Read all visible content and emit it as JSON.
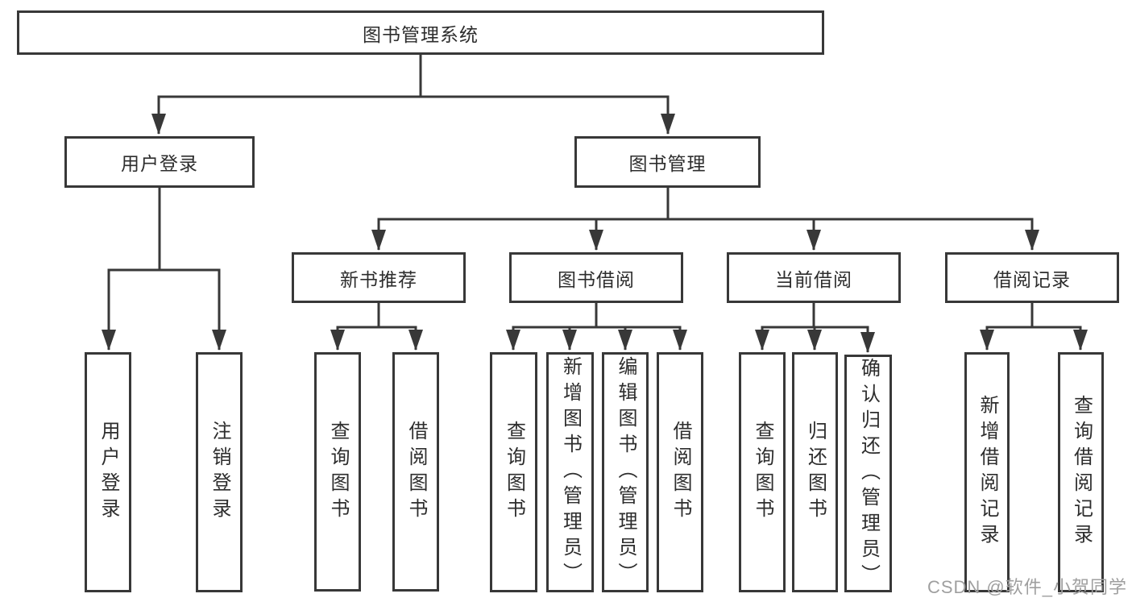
{
  "diagram": {
    "tree": {
      "label": "图书管理系统",
      "children": [
        {
          "label": "用户登录",
          "children": [
            {
              "label": "用户登录"
            },
            {
              "label": "注销登录"
            }
          ]
        },
        {
          "label": "图书管理",
          "children": [
            {
              "label": "新书推荐",
              "children": [
                {
                  "label": "查询图书"
                },
                {
                  "label": "借阅图书"
                }
              ]
            },
            {
              "label": "图书借阅",
              "children": [
                {
                  "label": "查询图书"
                },
                {
                  "label": "新增图书（管理员）"
                },
                {
                  "label": "编辑图书（管理员）"
                },
                {
                  "label": "借阅图书"
                }
              ]
            },
            {
              "label": "当前借阅",
              "children": [
                {
                  "label": "查询图书"
                },
                {
                  "label": "归还图书"
                },
                {
                  "label": "确认归还（管理员）"
                }
              ]
            },
            {
              "label": "借阅记录",
              "children": [
                {
                  "label": "新增借阅记录"
                },
                {
                  "label": "查询借阅记录"
                }
              ]
            }
          ]
        }
      ]
    },
    "watermark": "CSDN @软件_小贺同学",
    "colors": {
      "line": "#383838",
      "box_border": "#383838",
      "box_fill": "#ffffff",
      "text": "#2d2d2d",
      "watermark": "#9f9f9f",
      "background": "#ffffff"
    }
  }
}
